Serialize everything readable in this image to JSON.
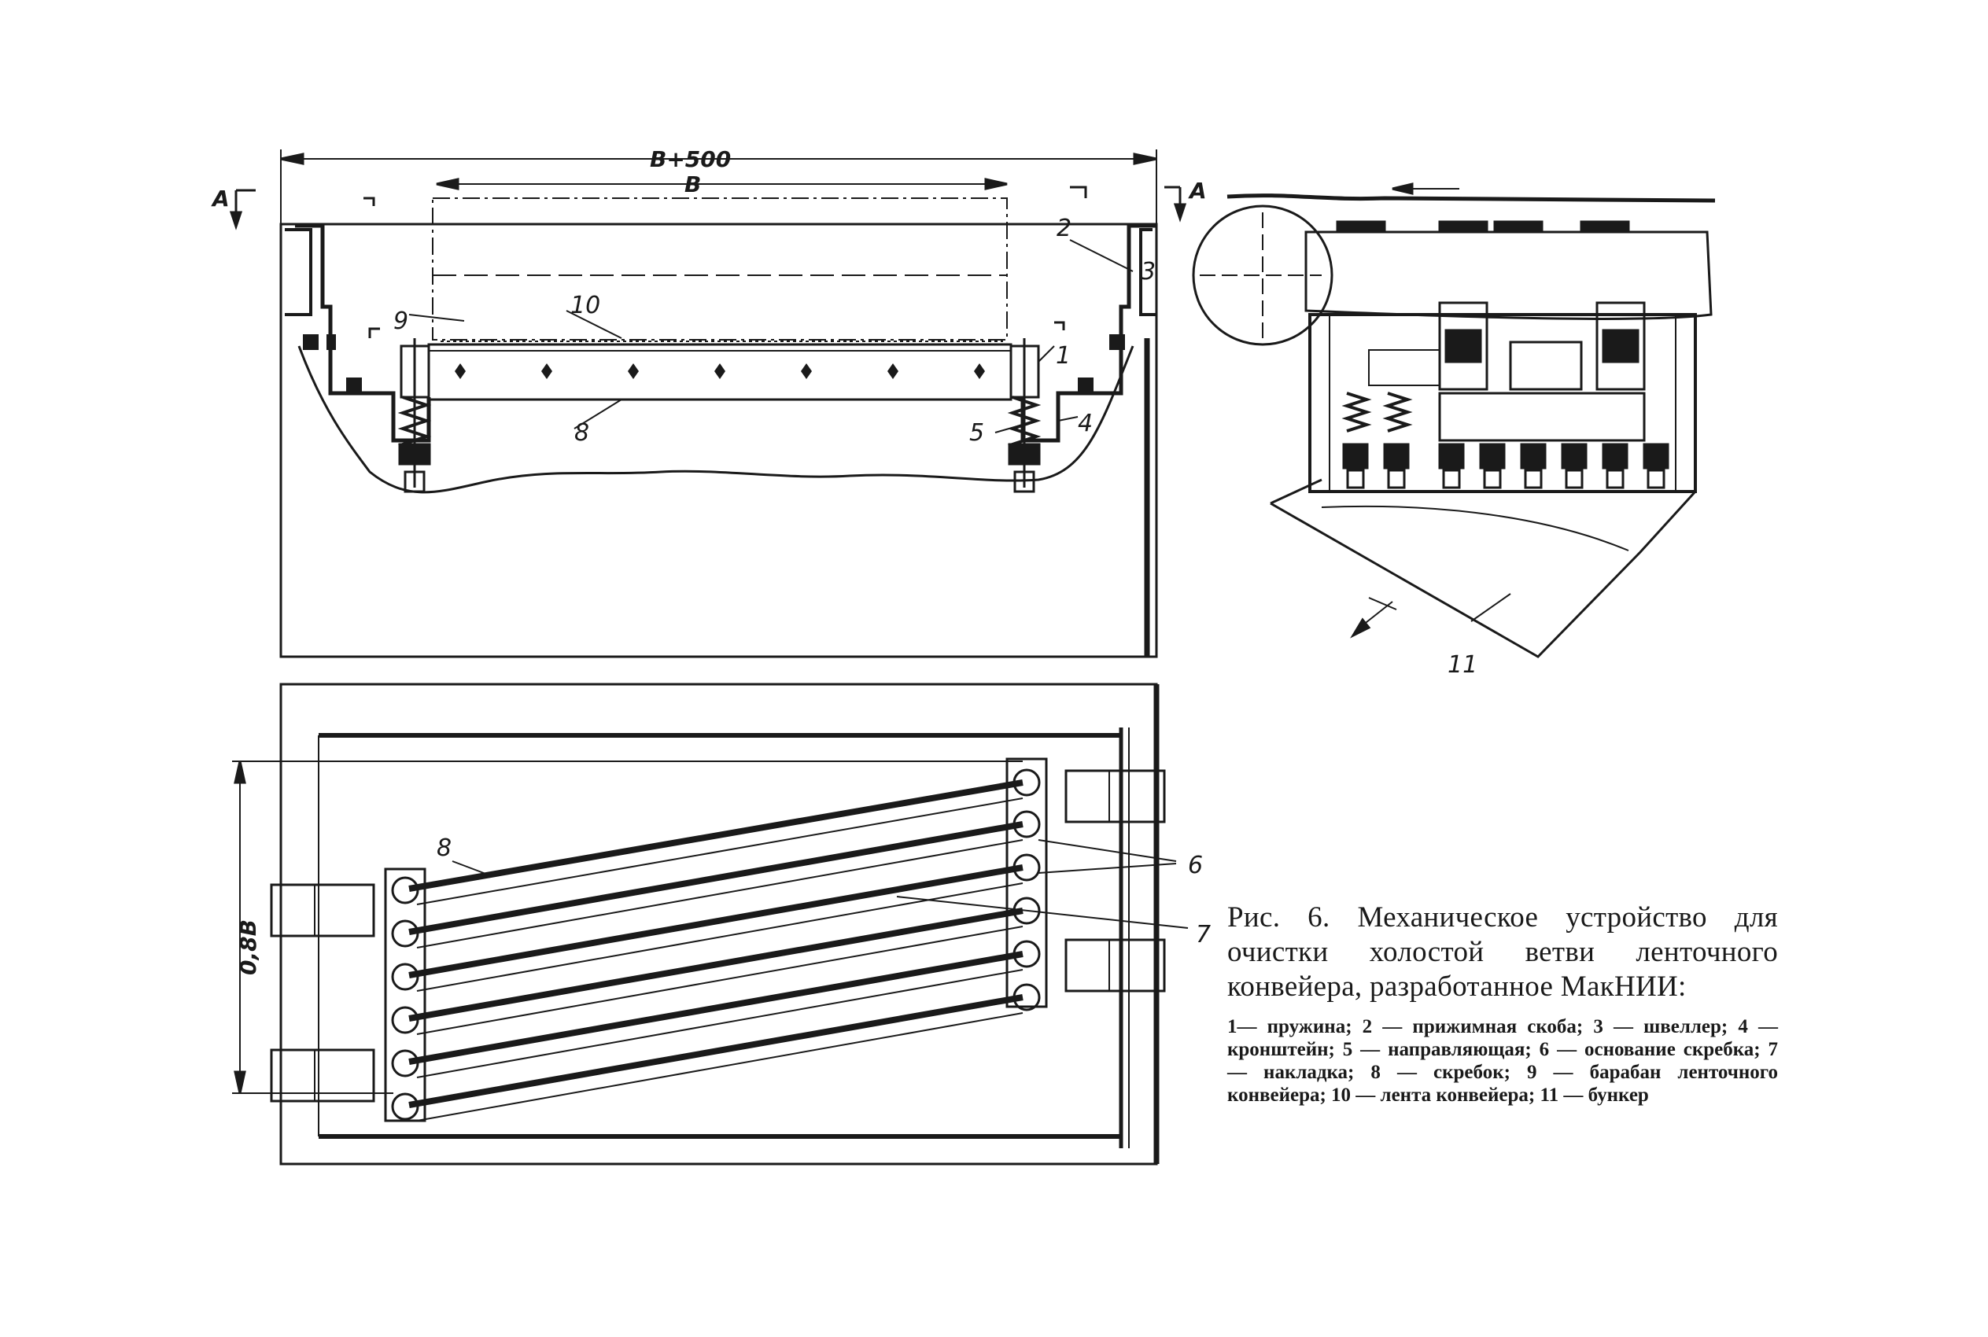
{
  "caption": {
    "title": "Рис. 6. Механическое устройство для очистки холостой ветви ленточного конвейера, разработанное МакНИИ:",
    "legend": "1— пружина; 2 — прижимная скоба; 3 — швеллер; 4 — кронштейн; 5 — направляющая; 6 — основание скребка; 7 — накладка; 8 — скребок; 9 — барабан ленточного конвейера; 10 — лента конвейера; 11 — бункер"
  },
  "dimensions": {
    "overall": "B+500",
    "belt": "B",
    "vertical": "0,8B"
  },
  "section_marks": {
    "left": "A",
    "right": "A"
  },
  "part_labels": {
    "p1": "1",
    "p2": "2",
    "p3": "3",
    "p4": "4",
    "p5": "5",
    "p6": "6",
    "p7": "7",
    "p8_top": "8",
    "p8_plan": "8",
    "p9": "9",
    "p10": "10",
    "p11": "11"
  },
  "colors": {
    "ink": "#1a1a1a",
    "paper": "#ffffff"
  }
}
